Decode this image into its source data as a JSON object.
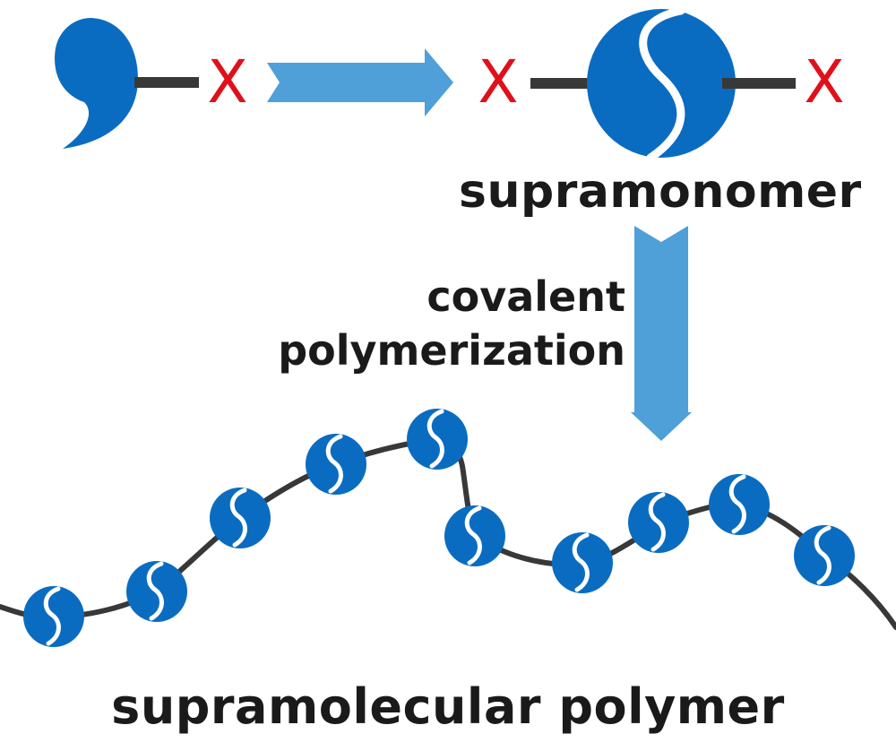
{
  "diagram": {
    "top_row": {
      "left_group": "X",
      "right_group_left": "X",
      "right_group_right": "X"
    },
    "supramonomer_label": "supramonomer",
    "process_label_line1": "covalent",
    "process_label_line2": "polymerization",
    "polymer_label": "supramolecular polymer",
    "colors": {
      "unit_blue": "#0a6cc1",
      "arrow_blue": "#4f9fd8",
      "x_red": "#e0101b",
      "linker_dark": "#383838",
      "text": "#1a1a1a"
    },
    "bead_count": 11
  }
}
